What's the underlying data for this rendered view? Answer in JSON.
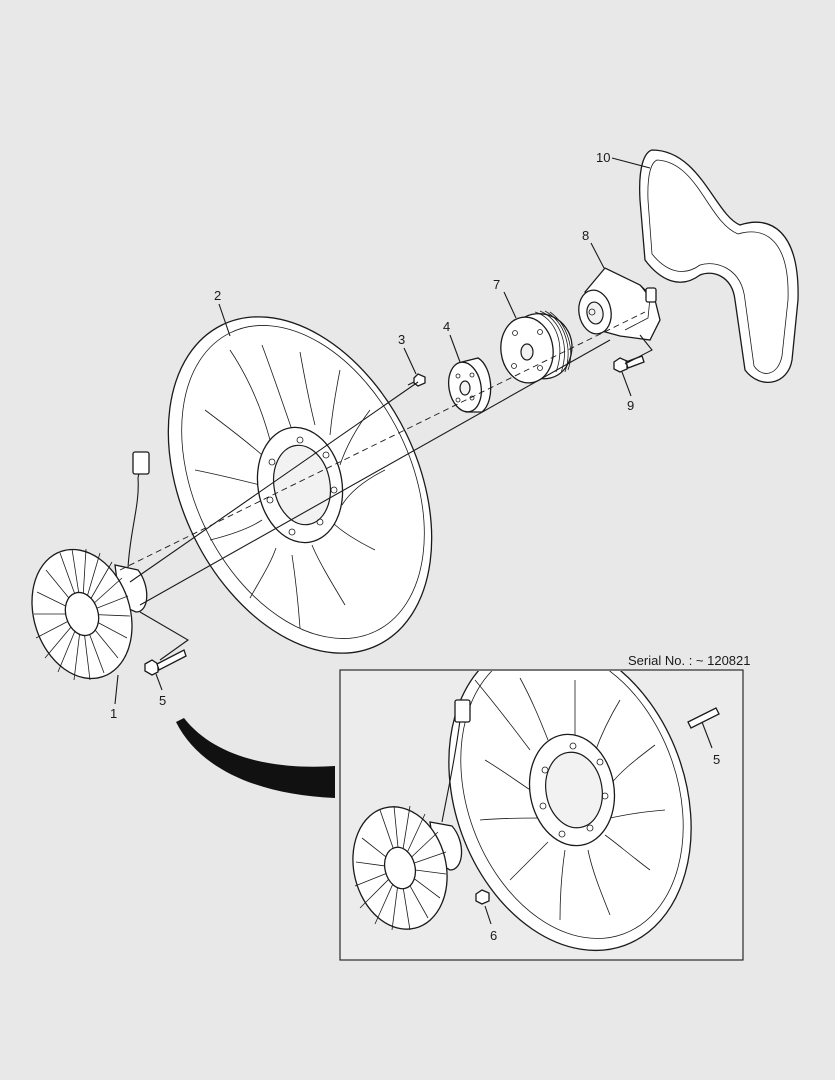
{
  "callouts": {
    "fan_clutch": "1",
    "fan": "2",
    "bolt_3": "3",
    "spacer": "4",
    "bolt_5": "5",
    "pulley": "7",
    "water_pump": "8",
    "bolt_9": "9",
    "belt": "10",
    "inset_stud": "5",
    "inset_nut": "6"
  },
  "inset": {
    "serial_text": "Serial No. : ~ 120821"
  }
}
